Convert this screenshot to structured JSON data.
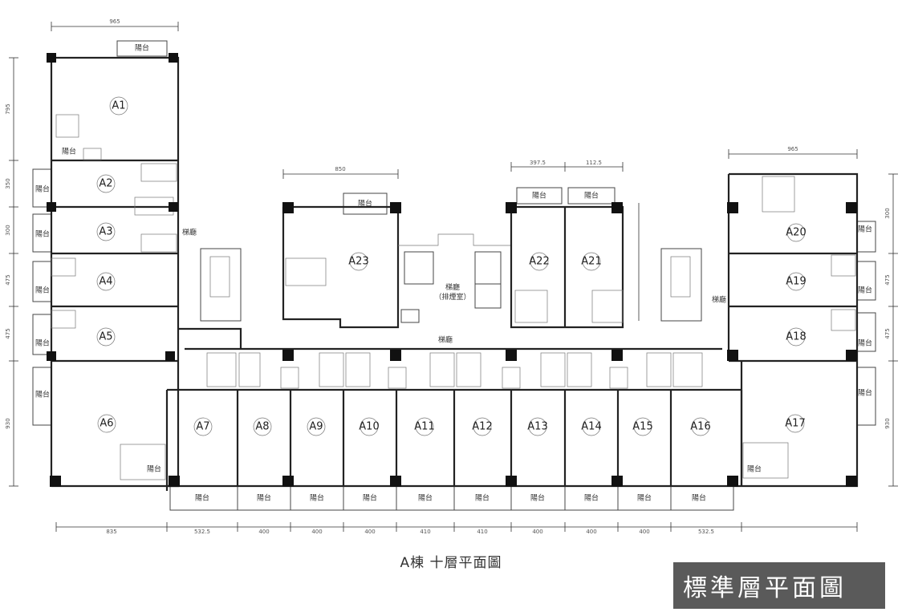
{
  "title": "A棟 十層平面圖",
  "watermark": {
    "line1": "標準層平面圖"
  },
  "labels": {
    "balcony": "陽台",
    "stair": "梯廳",
    "smoke_stair": "梯廳\n（排煙室）"
  },
  "units": [
    "A1",
    "A2",
    "A3",
    "A4",
    "A5",
    "A6",
    "A7",
    "A8",
    "A9",
    "A10",
    "A11",
    "A12",
    "A13",
    "A14",
    "A15",
    "A16",
    "A17",
    "A18",
    "A19",
    "A20",
    "A21",
    "A22",
    "A23"
  ],
  "dimensions": {
    "top_left": "965",
    "top_mid": "850",
    "top_a22": "397.5",
    "top_a21": "112.5",
    "top_right": "965",
    "bottom": [
      "835",
      "532.5",
      "400",
      "400",
      "400",
      "410",
      "410",
      "400",
      "400",
      "400",
      "532.5"
    ],
    "left": [
      "795",
      "350",
      "300",
      "475",
      "475",
      "930"
    ],
    "right": [
      "300",
      "475",
      "475",
      "930"
    ]
  }
}
